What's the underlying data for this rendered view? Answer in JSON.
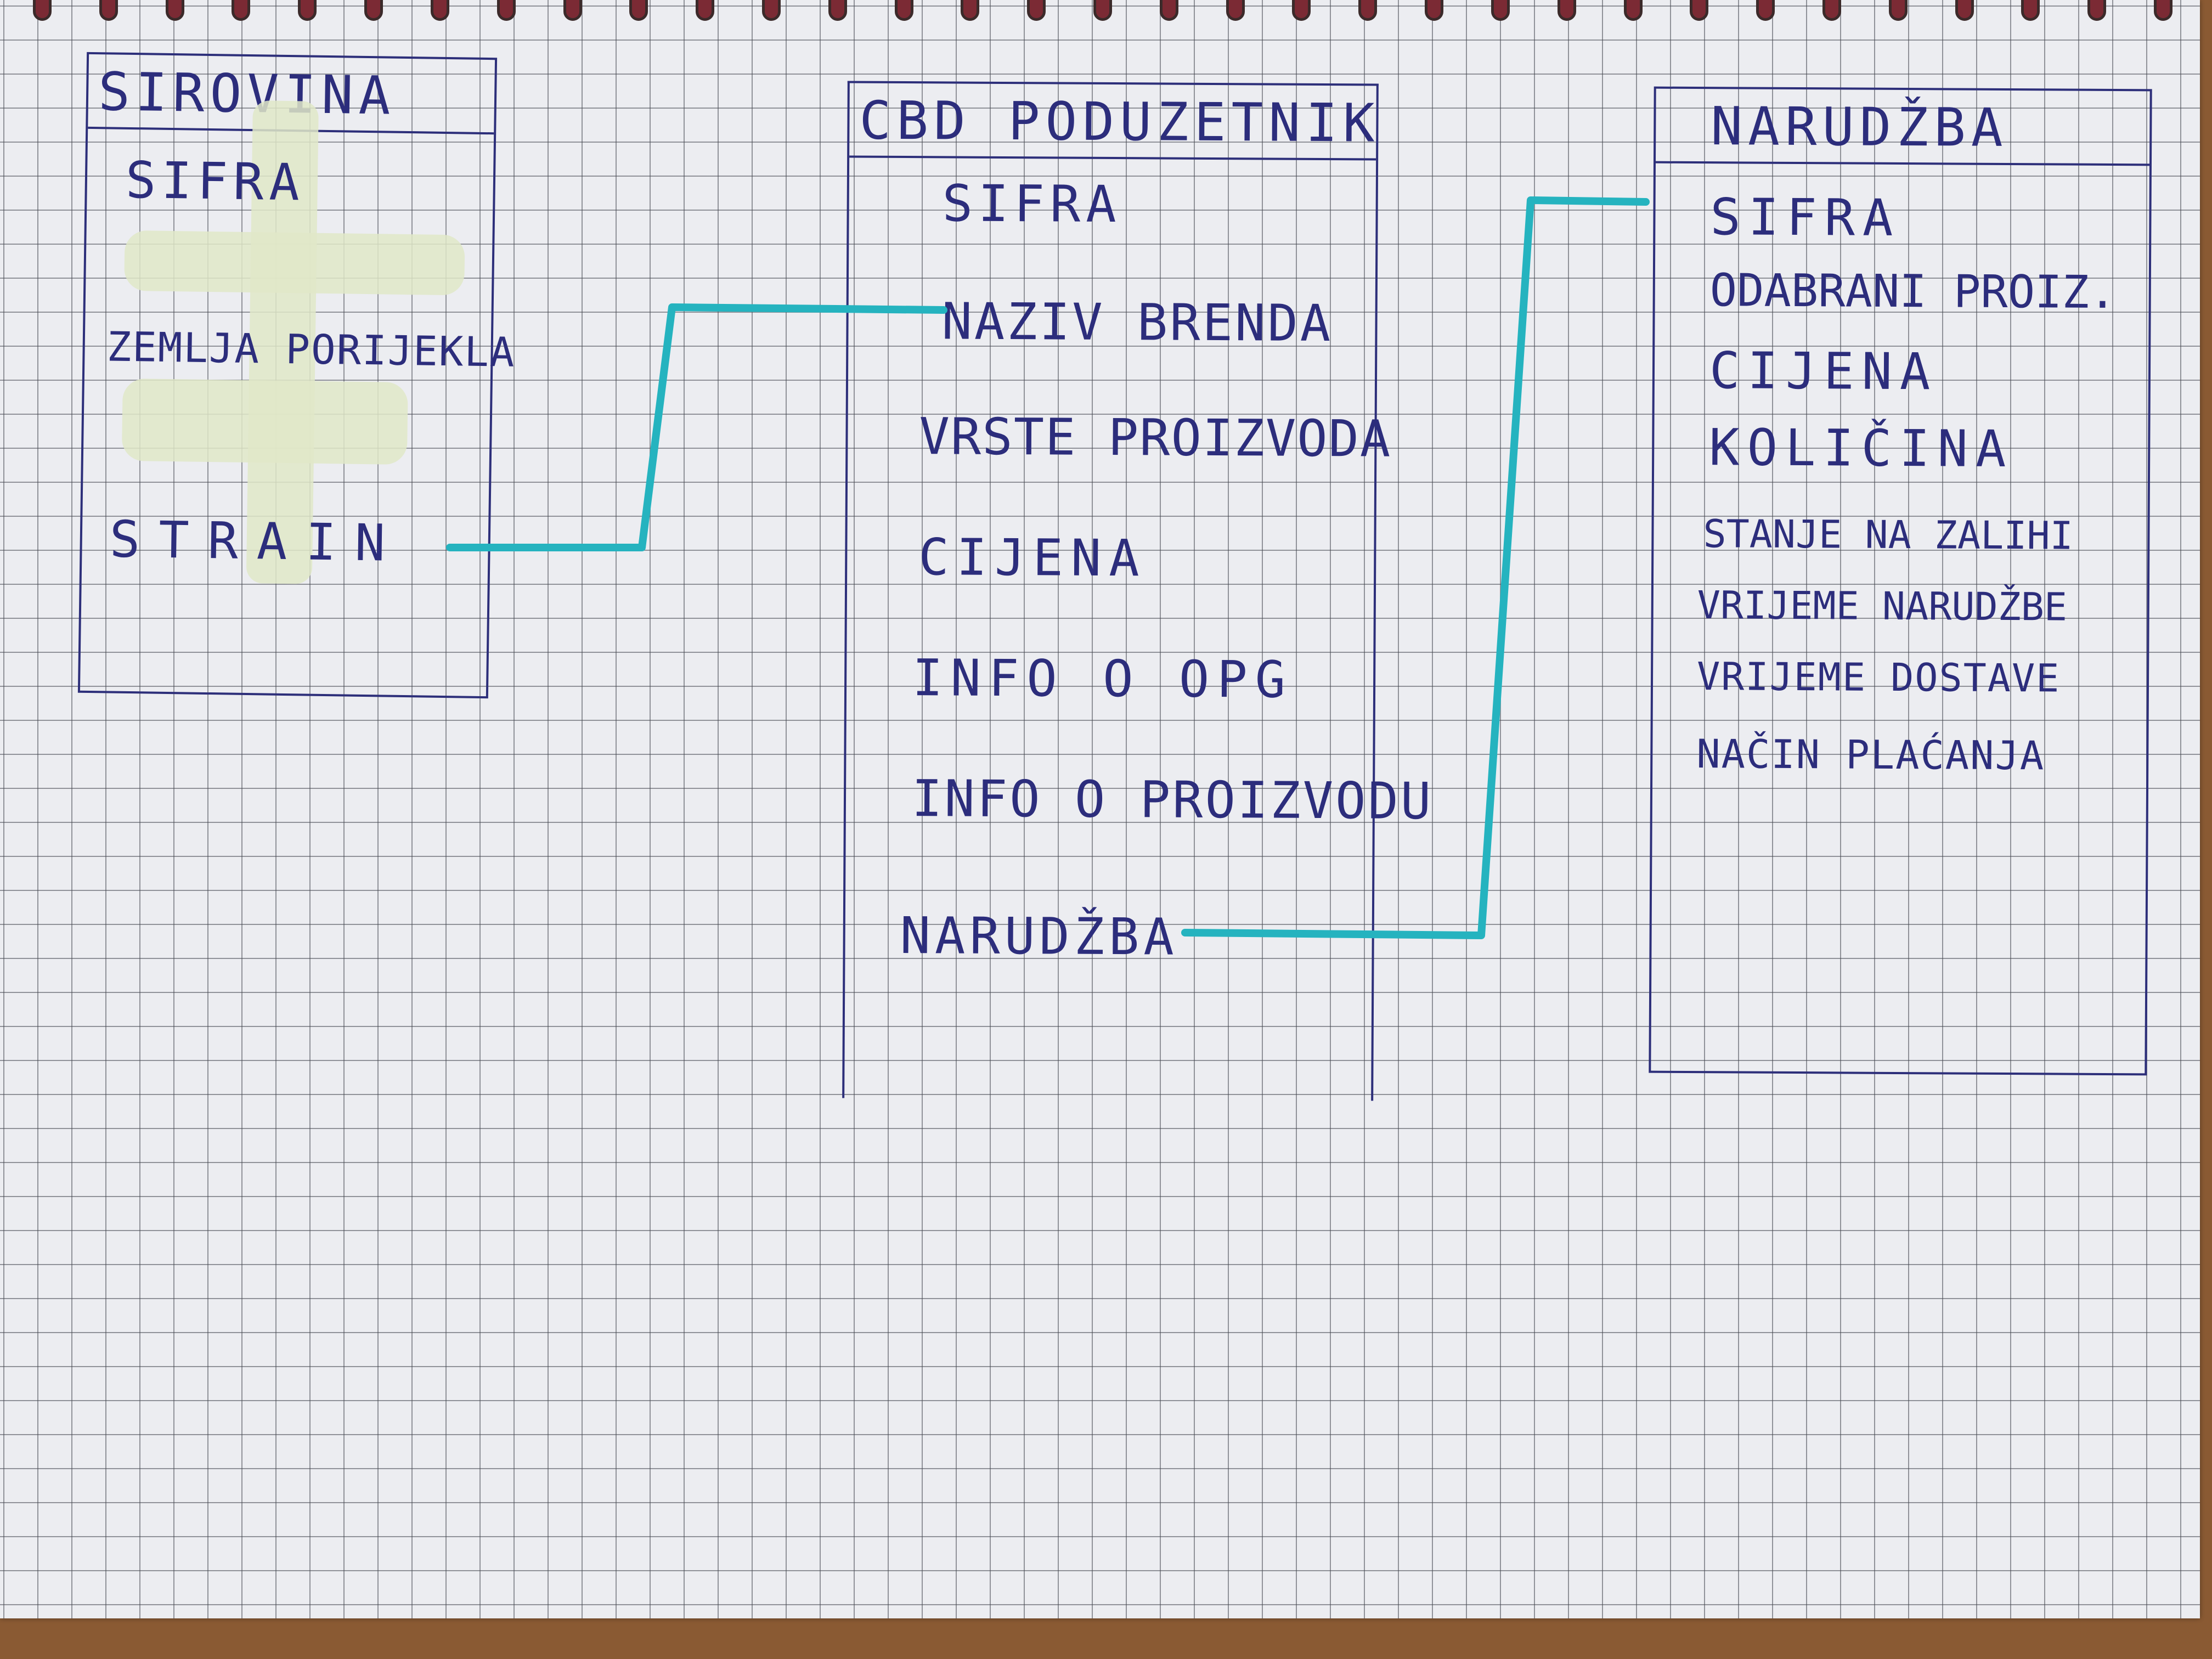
{
  "entities": {
    "sirovina": {
      "title": "SIROVINA",
      "attributes": [
        "SIFRA",
        "ZEMLJA PORIJEKLA",
        "STRAIN"
      ]
    },
    "cbd_poduzetnik": {
      "title": "CBD PODUZETNIK",
      "attributes": [
        "SIFRA",
        "NAZIV BRENDA",
        "VRSTE PROIZVODA",
        "CIJENA",
        "INFO O OPG",
        "INFO O PROIZVODU",
        "NARUDŽBA"
      ]
    },
    "narudzba": {
      "title": "NARUDŽBA",
      "attributes": [
        "SIFRA",
        "ODABRANI PROIZ.",
        "CIJENA",
        "KOLIČINA",
        "STANJE NA ZALIHI",
        "VRIJEME NARUDŽBE",
        "VRIJEME DOSTAVE",
        "NAČIN PLAĆANJA"
      ]
    }
  },
  "relationships": [
    {
      "from": "SIROVINA.STRAIN",
      "to": "CBD PODUZETNIK.NAZIV BRENDA"
    },
    {
      "from": "CBD PODUZETNIK.NARUDŽBA",
      "to": "NARUDŽBA.SIFRA"
    }
  ],
  "colors": {
    "ink": "#2c2d7c",
    "connector": "#25b3bf",
    "paper": "#ecedf1",
    "grid": "#5a5c66"
  }
}
